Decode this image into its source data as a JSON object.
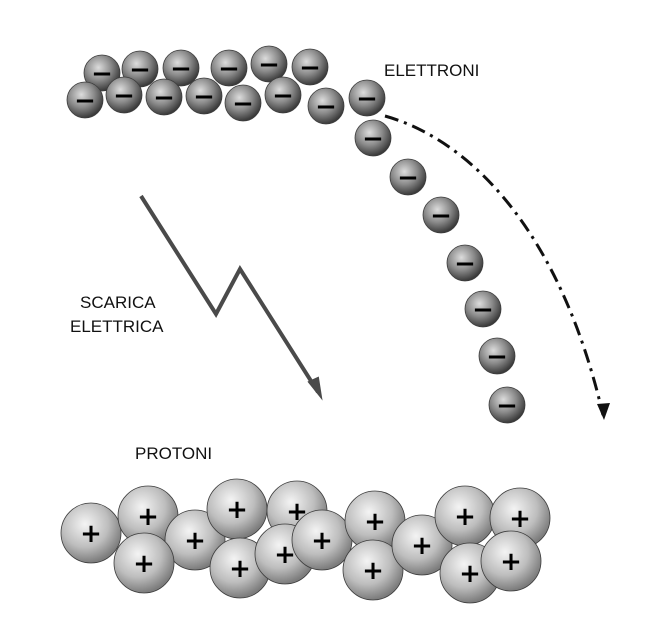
{
  "labels": {
    "electrons": "ELETTRONI",
    "discharge_line1": "SCARICA",
    "discharge_line2": "ELETTRICA",
    "protons": "PROTONI"
  },
  "symbols": {
    "electron": "−",
    "proton": "+"
  },
  "colors": {
    "electron_fill": "#6e6e6e",
    "proton_fill": "#b4b4b4",
    "line": "#4a4a4a",
    "text": "#111111"
  }
}
